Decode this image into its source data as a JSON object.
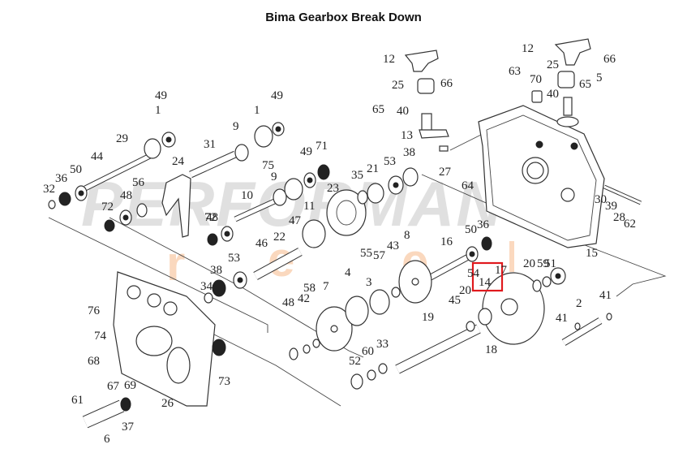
{
  "title": "Bima Gearbox Break Down",
  "watermark": {
    "main": "PERFORMANCE",
    "sub": [
      "r",
      "e",
      "e",
      "l"
    ]
  },
  "highlight": {
    "part": "14",
    "color": "#e0191d"
  },
  "parts": [
    {
      "id": "p1a",
      "label": "1"
    },
    {
      "id": "p1b",
      "label": "1"
    },
    {
      "id": "p2",
      "label": "2"
    },
    {
      "id": "p3",
      "label": "3"
    },
    {
      "id": "p4",
      "label": "4"
    },
    {
      "id": "p5",
      "label": "5"
    },
    {
      "id": "p6",
      "label": "6"
    },
    {
      "id": "p7",
      "label": "7"
    },
    {
      "id": "p8",
      "label": "8"
    },
    {
      "id": "p9a",
      "label": "9"
    },
    {
      "id": "p9b",
      "label": "9"
    },
    {
      "id": "p10",
      "label": "10"
    },
    {
      "id": "p11",
      "label": "11"
    },
    {
      "id": "p12a",
      "label": "12"
    },
    {
      "id": "p12b",
      "label": "12"
    },
    {
      "id": "p13",
      "label": "13"
    },
    {
      "id": "p14",
      "label": "14"
    },
    {
      "id": "p15",
      "label": "15"
    },
    {
      "id": "p16",
      "label": "16"
    },
    {
      "id": "p17",
      "label": "17"
    },
    {
      "id": "p18",
      "label": "18"
    },
    {
      "id": "p19",
      "label": "19"
    },
    {
      "id": "p20a",
      "label": "20"
    },
    {
      "id": "p20b",
      "label": "20"
    },
    {
      "id": "p21",
      "label": "21"
    },
    {
      "id": "p22",
      "label": "22"
    },
    {
      "id": "p23",
      "label": "23"
    },
    {
      "id": "p24",
      "label": "24"
    },
    {
      "id": "p25a",
      "label": "25"
    },
    {
      "id": "p25b",
      "label": "25"
    },
    {
      "id": "p26",
      "label": "26"
    },
    {
      "id": "p27",
      "label": "27"
    },
    {
      "id": "p28",
      "label": "28"
    },
    {
      "id": "p29",
      "label": "29"
    },
    {
      "id": "p30",
      "label": "30"
    },
    {
      "id": "p31",
      "label": "31"
    },
    {
      "id": "p32",
      "label": "32"
    },
    {
      "id": "p33",
      "label": "33"
    },
    {
      "id": "p34",
      "label": "34"
    },
    {
      "id": "p35",
      "label": "35"
    },
    {
      "id": "p36a",
      "label": "36"
    },
    {
      "id": "p36b",
      "label": "36"
    },
    {
      "id": "p37",
      "label": "37"
    },
    {
      "id": "p38a",
      "label": "38"
    },
    {
      "id": "p38b",
      "label": "38"
    },
    {
      "id": "p39",
      "label": "39"
    },
    {
      "id": "p40a",
      "label": "40"
    },
    {
      "id": "p40b",
      "label": "40"
    },
    {
      "id": "p41a",
      "label": "41"
    },
    {
      "id": "p41b",
      "label": "41"
    },
    {
      "id": "p42",
      "label": "42"
    },
    {
      "id": "p43",
      "label": "43"
    },
    {
      "id": "p44",
      "label": "44"
    },
    {
      "id": "p45",
      "label": "45"
    },
    {
      "id": "p46",
      "label": "46"
    },
    {
      "id": "p47",
      "label": "47"
    },
    {
      "id": "p48a",
      "label": "48"
    },
    {
      "id": "p48b",
      "label": "48"
    },
    {
      "id": "p48c",
      "label": "48"
    },
    {
      "id": "p49a",
      "label": "49"
    },
    {
      "id": "p49b",
      "label": "49"
    },
    {
      "id": "p49c",
      "label": "49"
    },
    {
      "id": "p50a",
      "label": "50"
    },
    {
      "id": "p50b",
      "label": "50"
    },
    {
      "id": "p51",
      "label": "51"
    },
    {
      "id": "p52",
      "label": "52"
    },
    {
      "id": "p53a",
      "label": "53"
    },
    {
      "id": "p53b",
      "label": "53"
    },
    {
      "id": "p54",
      "label": "54"
    },
    {
      "id": "p55",
      "label": "55"
    },
    {
      "id": "p56",
      "label": "56"
    },
    {
      "id": "p57",
      "label": "57"
    },
    {
      "id": "p58",
      "label": "58"
    },
    {
      "id": "p59",
      "label": "59"
    },
    {
      "id": "p60",
      "label": "60"
    },
    {
      "id": "p61",
      "label": "61"
    },
    {
      "id": "p62",
      "label": "62"
    },
    {
      "id": "p63",
      "label": "63"
    },
    {
      "id": "p64",
      "label": "64"
    },
    {
      "id": "p65a",
      "label": "65"
    },
    {
      "id": "p65b",
      "label": "65"
    },
    {
      "id": "p66a",
      "label": "66"
    },
    {
      "id": "p66b",
      "label": "66"
    },
    {
      "id": "p67",
      "label": "67"
    },
    {
      "id": "p68",
      "label": "68"
    },
    {
      "id": "p69",
      "label": "69"
    },
    {
      "id": "p70",
      "label": "70"
    },
    {
      "id": "p71",
      "label": "71"
    },
    {
      "id": "p72a",
      "label": "72"
    },
    {
      "id": "p72b",
      "label": "72"
    },
    {
      "id": "p73",
      "label": "73"
    },
    {
      "id": "p74",
      "label": "74"
    },
    {
      "id": "p75",
      "label": "75"
    },
    {
      "id": "p76",
      "label": "76"
    }
  ]
}
